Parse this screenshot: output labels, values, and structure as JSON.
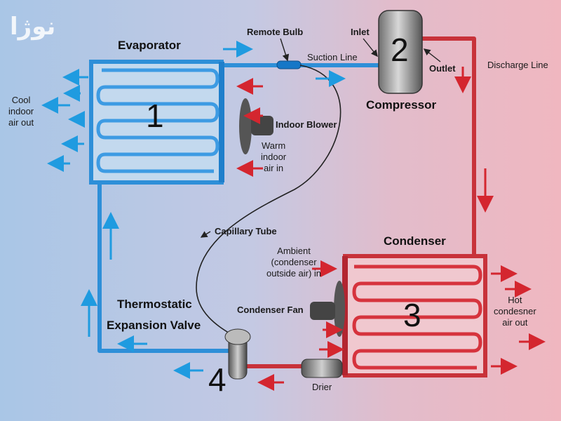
{
  "watermark": "نوژا",
  "components": {
    "evaporator": {
      "title": "Evaporator",
      "number": "1"
    },
    "compressor": {
      "title": "Compressor",
      "number": "2"
    },
    "condenser": {
      "title": "Condenser",
      "number": "3"
    },
    "expansion_valve": {
      "title_line1": "Thermostatic",
      "title_line2": "Expansion Valve",
      "number": "4"
    }
  },
  "labels": {
    "remote_bulb": "Remote Bulb",
    "suction_line": "Suction Line",
    "inlet": "Inlet",
    "outlet": "Outlet",
    "discharge_line": "Discharge Line",
    "cool_air": [
      "Cool",
      "indoor",
      "air out"
    ],
    "indoor_blower": "Indoor Blower",
    "warm_air": [
      "Warm",
      "indoor",
      "air in"
    ],
    "capillary_tube": "Capillary Tube",
    "ambient_air": [
      "Ambient",
      "(condenser",
      "outside air) in"
    ],
    "condenser_fan": "Condenser Fan",
    "hot_air": [
      "Hot",
      "condesner",
      "air out"
    ],
    "drier": "Drier"
  },
  "colors": {
    "cold": "#2e8fd8",
    "hot": "#d6333d",
    "arrow_cold": "#1f9be0",
    "arrow_hot": "#d4262f"
  }
}
